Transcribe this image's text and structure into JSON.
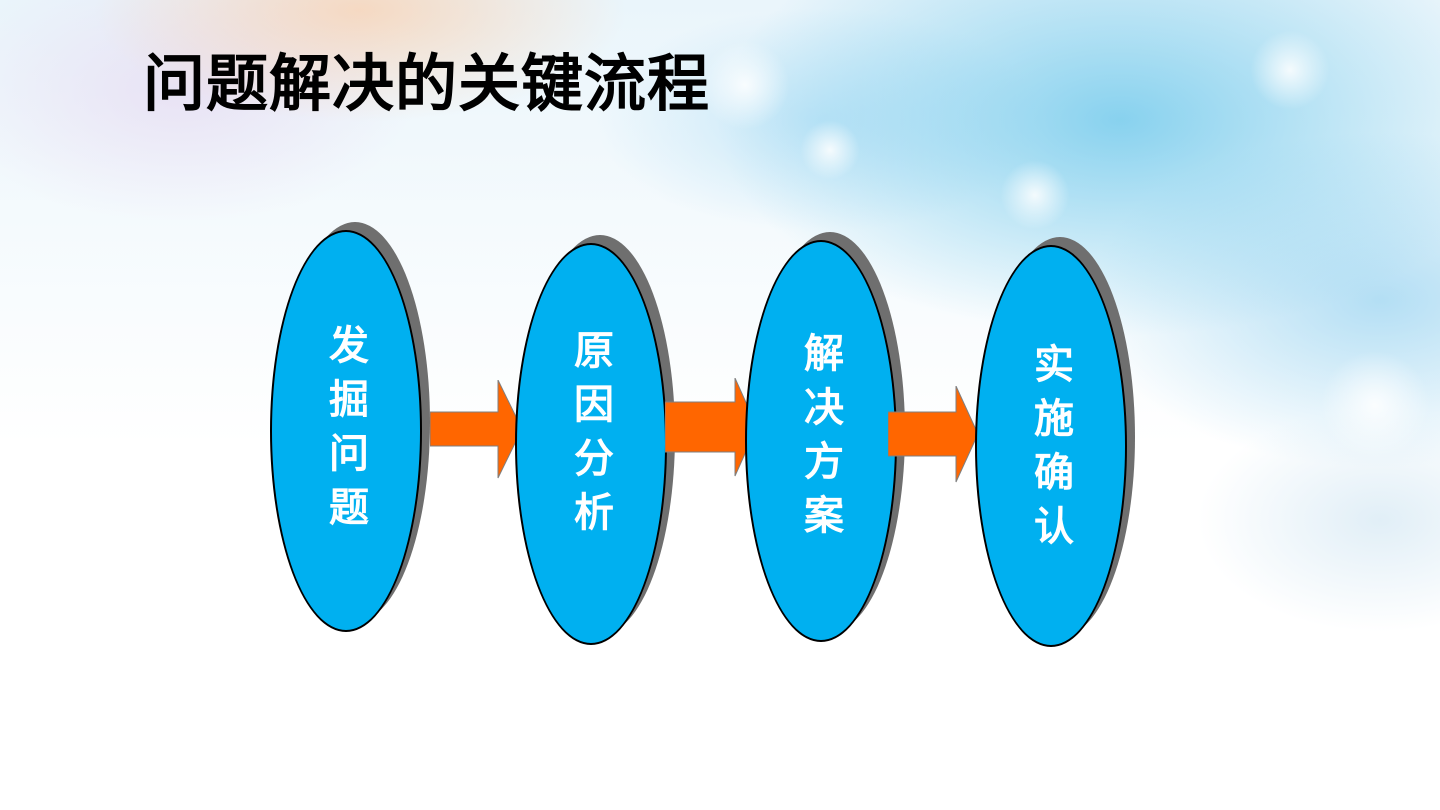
{
  "title": "问题解决的关键流程",
  "steps": [
    {
      "label": "发掘问题"
    },
    {
      "label": "原因分析"
    },
    {
      "label": "解决方案"
    },
    {
      "label": "实施确认"
    }
  ],
  "colors": {
    "node_fill": "#00b0f0",
    "node_shadow": "#6f6f6f",
    "arrow_fill": "#ff6600",
    "title": "#000000"
  }
}
